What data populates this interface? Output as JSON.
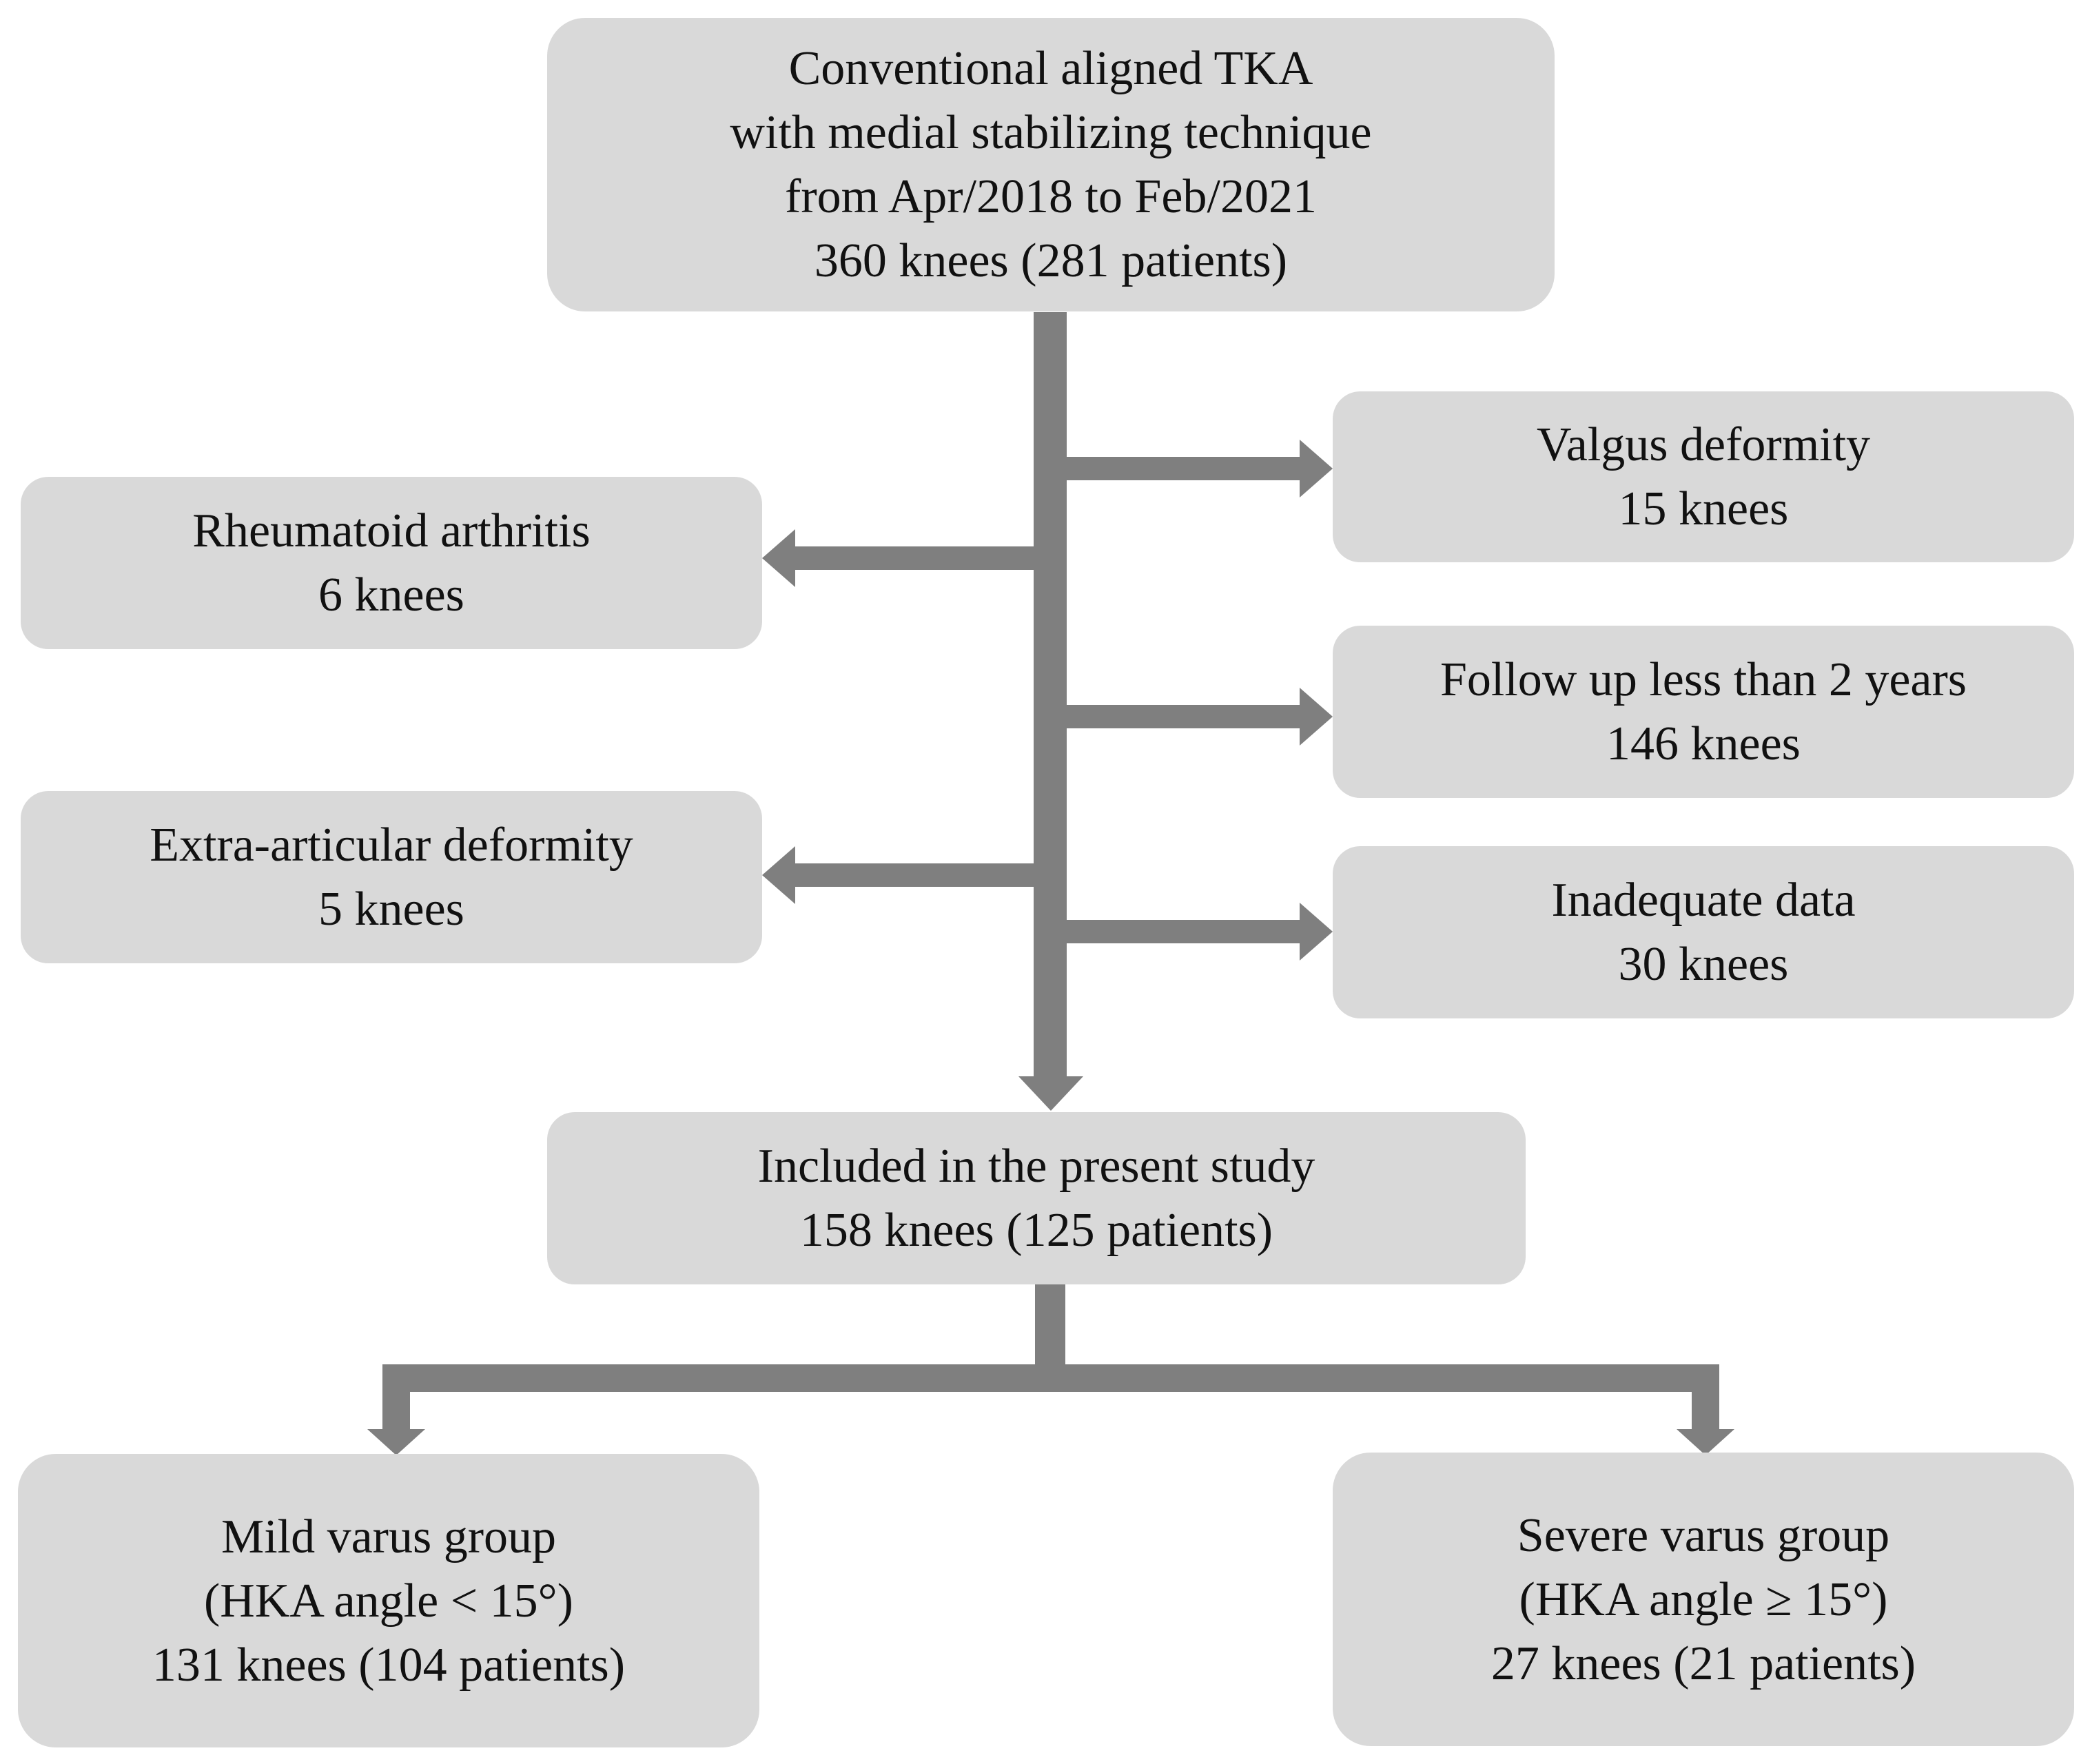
{
  "colors": {
    "box_fill": "#d9d9d9",
    "connector": "#7f7f7f",
    "text": "#111111",
    "background": "#ffffff"
  },
  "boxes": {
    "source": {
      "lines": [
        "Conventional aligned TKA",
        "with medial stabilizing technique",
        "from Apr/2018 to Feb/2021",
        "360 knees (281 patients)"
      ]
    },
    "valgus": {
      "lines": [
        "Valgus deformity",
        "15 knees"
      ]
    },
    "rheumatoid": {
      "lines": [
        "Rheumatoid arthritis",
        "6 knees"
      ]
    },
    "followup": {
      "lines": [
        "Follow up less than 2 years",
        "146 knees"
      ]
    },
    "extra_articular": {
      "lines": [
        "Extra-articular deformity",
        "5 knees"
      ]
    },
    "inadequate": {
      "lines": [
        "Inadequate data",
        "30 knees"
      ]
    },
    "included": {
      "lines": [
        "Included in the present study",
        "158 knees (125 patients)"
      ]
    },
    "mild": {
      "lines": [
        "Mild varus group",
        "(HKA angle < 15°)",
        "131 knees (104 patients)"
      ]
    },
    "severe": {
      "lines": [
        "Severe varus group",
        "(HKA angle ≥ 15°)",
        "27 knees (21 patients)"
      ]
    }
  }
}
